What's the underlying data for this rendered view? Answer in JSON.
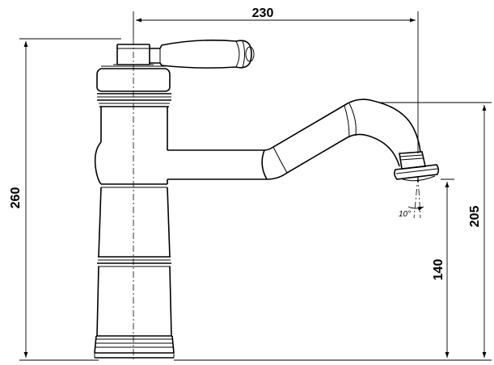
{
  "dimensions": {
    "spout_reach": "230",
    "total_height": "260",
    "spout_top_height": "205",
    "outlet_height": "140",
    "outlet_angle": "10°"
  }
}
